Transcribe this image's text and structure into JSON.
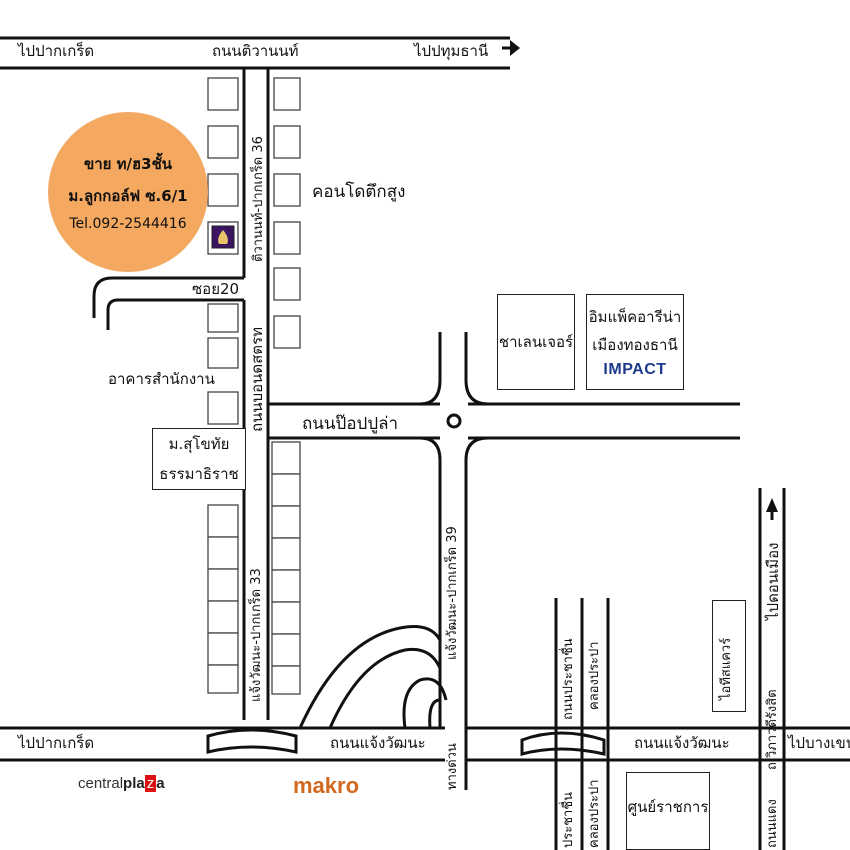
{
  "badge": {
    "line1": "ขาย ท/ฮ3ชั้น",
    "line2": "ม.ลูกกอล์ฟ ซ.6/1",
    "phone": "Tel.092-2544416",
    "color": "#f4a860"
  },
  "roads": {
    "top_road": "ถนนติวานนท์",
    "top_left": "ไปปากเกร็ด",
    "top_right": "ไปปทุมธานี",
    "main_vertical": "ถนนบอนดสตรท",
    "popular_road": "ถนนป๊อปปูล่า",
    "bottom_road": "ถนนแจ้งวัฒนะ",
    "bottom_road_2": "ถนนแจ้งวัฒนะ",
    "bottom_left": "ไปปากเกร็ด",
    "bottom_right": "ไปบางเขน",
    "soi36": "ติวานนท์-ปากเกร็ด 36",
    "soi33": "แจ้งวัฒนะ-ปากเกร็ด 33",
    "soi39": "แจ้งวัฒนะ-ปากเกร็ด 39",
    "soi20": "ซอย20",
    "expressway": "ทางด่วน",
    "prachachuen": "ถนนประชาชื่น",
    "prachachuen_2": "ประชาชื่น",
    "klongprapa": "คลองประปา",
    "klongprapa_2": "คลองประปา",
    "vibhavadi": "ถ.วิภาวดีรังสิต",
    "don_mueang": "ไปดอนเมือง",
    "kamphaeng": "ถนนแดง"
  },
  "places": {
    "condo": "คอนโดตึกสูง",
    "office": "อาคารสำนักงาน",
    "sukhothai_1": "ม.สุโขทัย",
    "sukhothai_2": "ธรรมาธิราช",
    "challenger": "ชาเลนเจอร์",
    "impact_1": "อิมแพ็คอารีน่า",
    "impact_2": "เมืองทองธานี",
    "impact_logo": "IMPACT",
    "it_square": "ไอทีสแควร์",
    "gov_center": "ศูนย์ราชการ",
    "makro": "makro",
    "central_1": "central",
    "central_2": "pla",
    "central_3": "z",
    "central_4": "a"
  }
}
